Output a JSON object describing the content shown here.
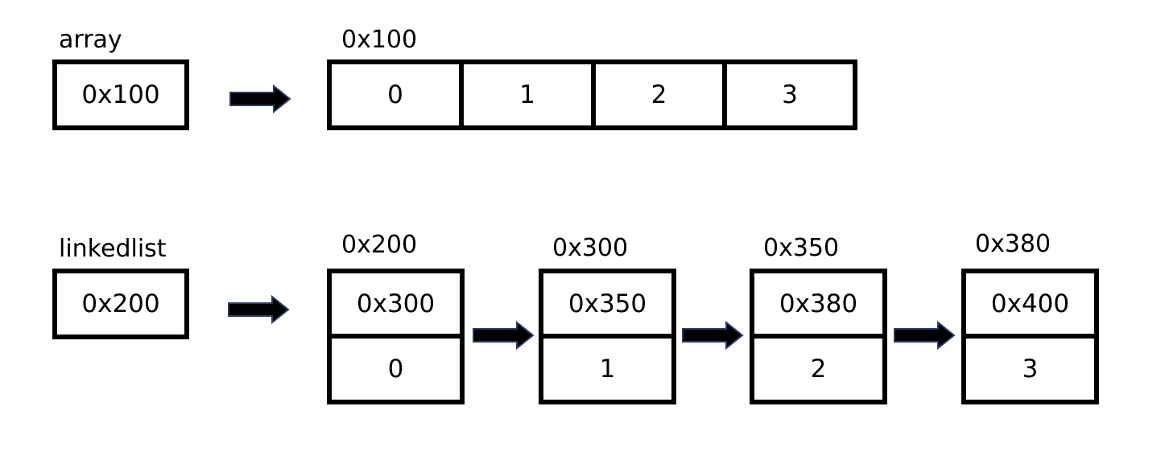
{
  "array": {
    "label": "array",
    "pointer_value": "0x100",
    "block_address": "0x100",
    "elements": [
      "0",
      "1",
      "2",
      "3"
    ]
  },
  "linkedlist": {
    "label": "linkedlist",
    "pointer_value": "0x200",
    "nodes": [
      {
        "address": "0x200",
        "next": "0x300",
        "value": "0"
      },
      {
        "address": "0x300",
        "next": "0x350",
        "value": "1"
      },
      {
        "address": "0x350",
        "next": "0x380",
        "value": "2"
      },
      {
        "address": "0x380",
        "next": "0x400",
        "value": "3"
      }
    ]
  },
  "colors": {
    "box_border": "#000000",
    "arrow_fill": "#000000",
    "arrow_outline": "#2f3a66"
  },
  "icons": {
    "pointer_arrow": "right-arrow-icon"
  }
}
